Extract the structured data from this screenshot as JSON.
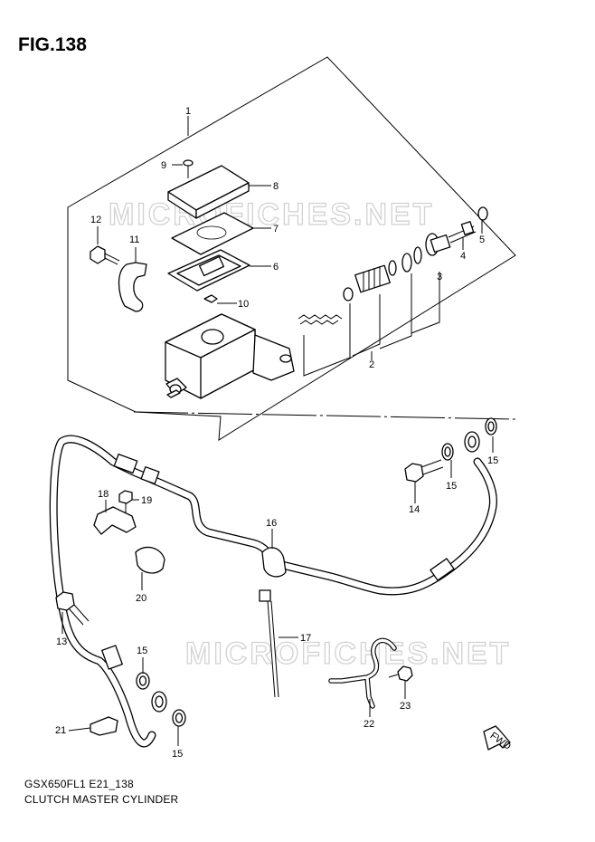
{
  "figure": {
    "title": "FIG.138"
  },
  "footer": {
    "model_code": "GSX650FL1 E21_138",
    "name": "CLUTCH MASTER CYLINDER"
  },
  "watermark": {
    "text": "MICROFICHES.NET"
  },
  "callouts": [
    {
      "id": "c1",
      "label": "1"
    },
    {
      "id": "c2",
      "label": "2"
    },
    {
      "id": "c3",
      "label": "3"
    },
    {
      "id": "c4",
      "label": "4"
    },
    {
      "id": "c5",
      "label": "5"
    },
    {
      "id": "c6",
      "label": "6"
    },
    {
      "id": "c7",
      "label": "7"
    },
    {
      "id": "c8",
      "label": "8"
    },
    {
      "id": "c9",
      "label": "9"
    },
    {
      "id": "c10",
      "label": "10"
    },
    {
      "id": "c11",
      "label": "11"
    },
    {
      "id": "c12",
      "label": "12"
    },
    {
      "id": "c13",
      "label": "13"
    },
    {
      "id": "c14",
      "label": "14"
    },
    {
      "id": "c15a",
      "label": "15"
    },
    {
      "id": "c15b",
      "label": "15"
    },
    {
      "id": "c15c",
      "label": "15"
    },
    {
      "id": "c15d",
      "label": "15"
    },
    {
      "id": "c16",
      "label": "16"
    },
    {
      "id": "c17",
      "label": "17"
    },
    {
      "id": "c18",
      "label": "18"
    },
    {
      "id": "c19",
      "label": "19"
    },
    {
      "id": "c20",
      "label": "20"
    },
    {
      "id": "c21",
      "label": "21"
    },
    {
      "id": "c22",
      "label": "22"
    },
    {
      "id": "c23",
      "label": "23"
    }
  ],
  "fwd_mark": {
    "label": "FWD"
  }
}
